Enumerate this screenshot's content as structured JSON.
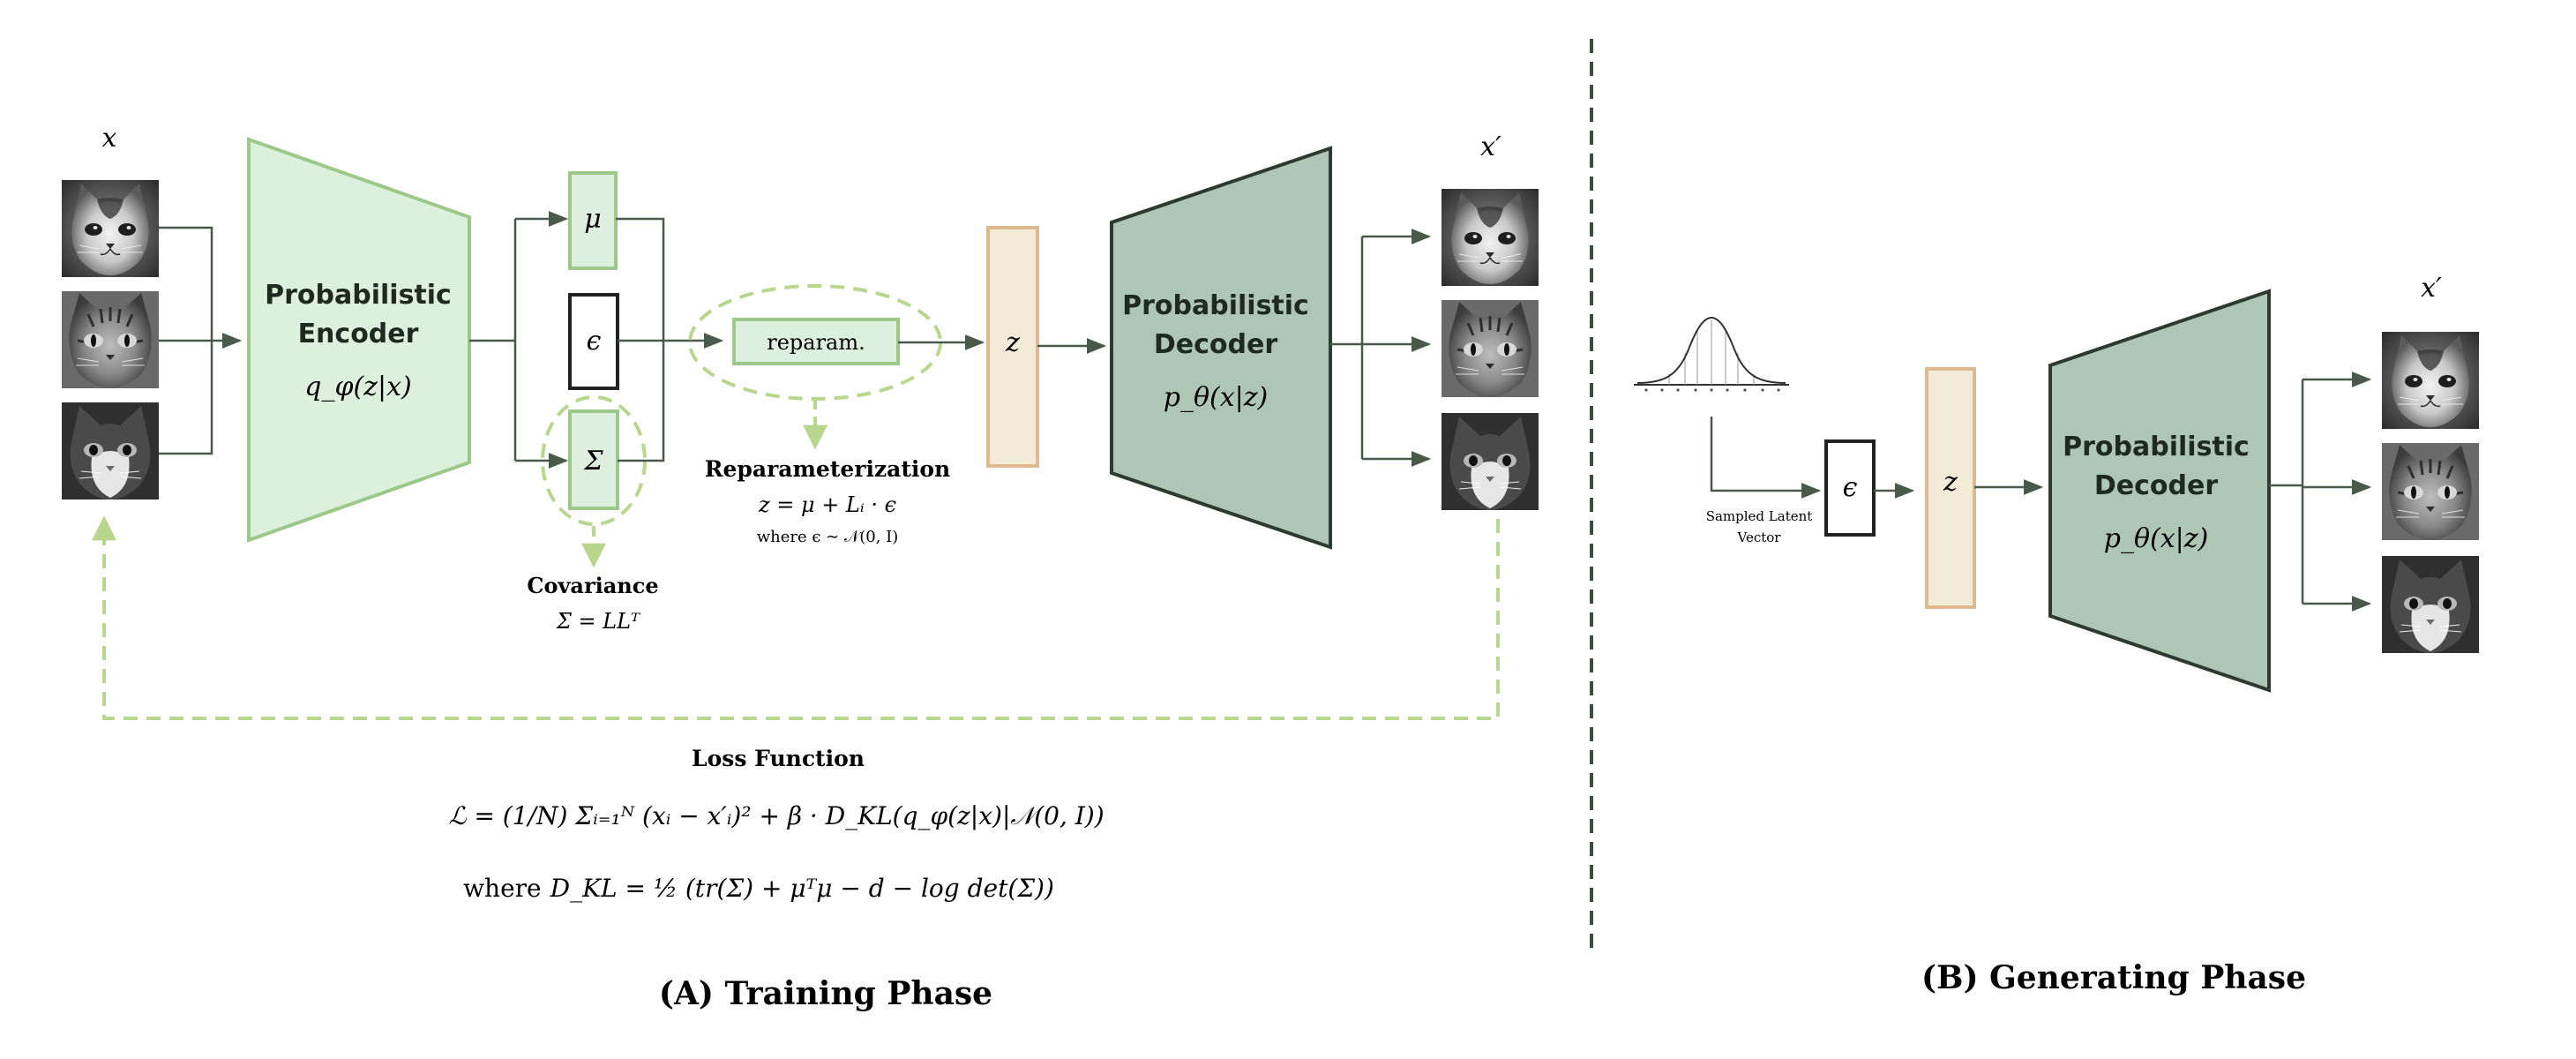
{
  "colors": {
    "line": "#4a5a4a",
    "encoder_fill": "#dcf0dc",
    "encoder_stroke": "#9cc98a",
    "decoder_fill": "#aec6b6",
    "decoder_stroke": "#2d3a30",
    "latent_fill": "#f4ead8",
    "latent_stroke": "#dcb98f",
    "green_box_fill": "#ddf0dd",
    "green_dash": "#b9d68e"
  },
  "icons": {
    "cat_image": "cat-photo-icon",
    "gaussian": "gaussian-curve-icon"
  },
  "training": {
    "input_label": "x",
    "output_label": "x′",
    "encoder": {
      "title_line1": "Probabilistic",
      "title_line2": "Encoder",
      "formula": "q_φ(z|x)"
    },
    "mu_label": "μ",
    "epsilon_label": "ϵ",
    "sigma_label": "Σ",
    "reparam_box": "reparam.",
    "latent_label": "z",
    "decoder": {
      "title_line1": "Probabilistic",
      "title_line2": "Decoder",
      "formula": "p_θ(x|z)"
    },
    "covariance": {
      "title": "Covariance",
      "formula": "Σ = LLᵀ"
    },
    "reparameterization": {
      "title": "Reparameterization",
      "formula": "z = μ + Lᵢ · ϵ",
      "where": "where ϵ ∼ 𝒩(0, I)"
    },
    "loss": {
      "title": "Loss Function",
      "formula": "ℒ = (1/N) Σᵢ₌₁ᴺ (xᵢ − x′ᵢ)² + β · D_KL(q_φ(z|x)|𝒩(0, I))",
      "where_prefix": "where",
      "dkl": "D_KL = ½ (tr(Σ) + μᵀμ − d − log det(Σ))"
    },
    "phase_label": "(A) Training Phase"
  },
  "generating": {
    "sampled_line1": "Sampled Latent",
    "sampled_line2": "Vector",
    "epsilon_label": "ϵ",
    "latent_label": "z",
    "decoder": {
      "title_line1": "Probabilistic",
      "title_line2": "Decoder",
      "formula": "p_θ(x|z)"
    },
    "output_label": "x′",
    "phase_label": "(B) Generating Phase"
  }
}
